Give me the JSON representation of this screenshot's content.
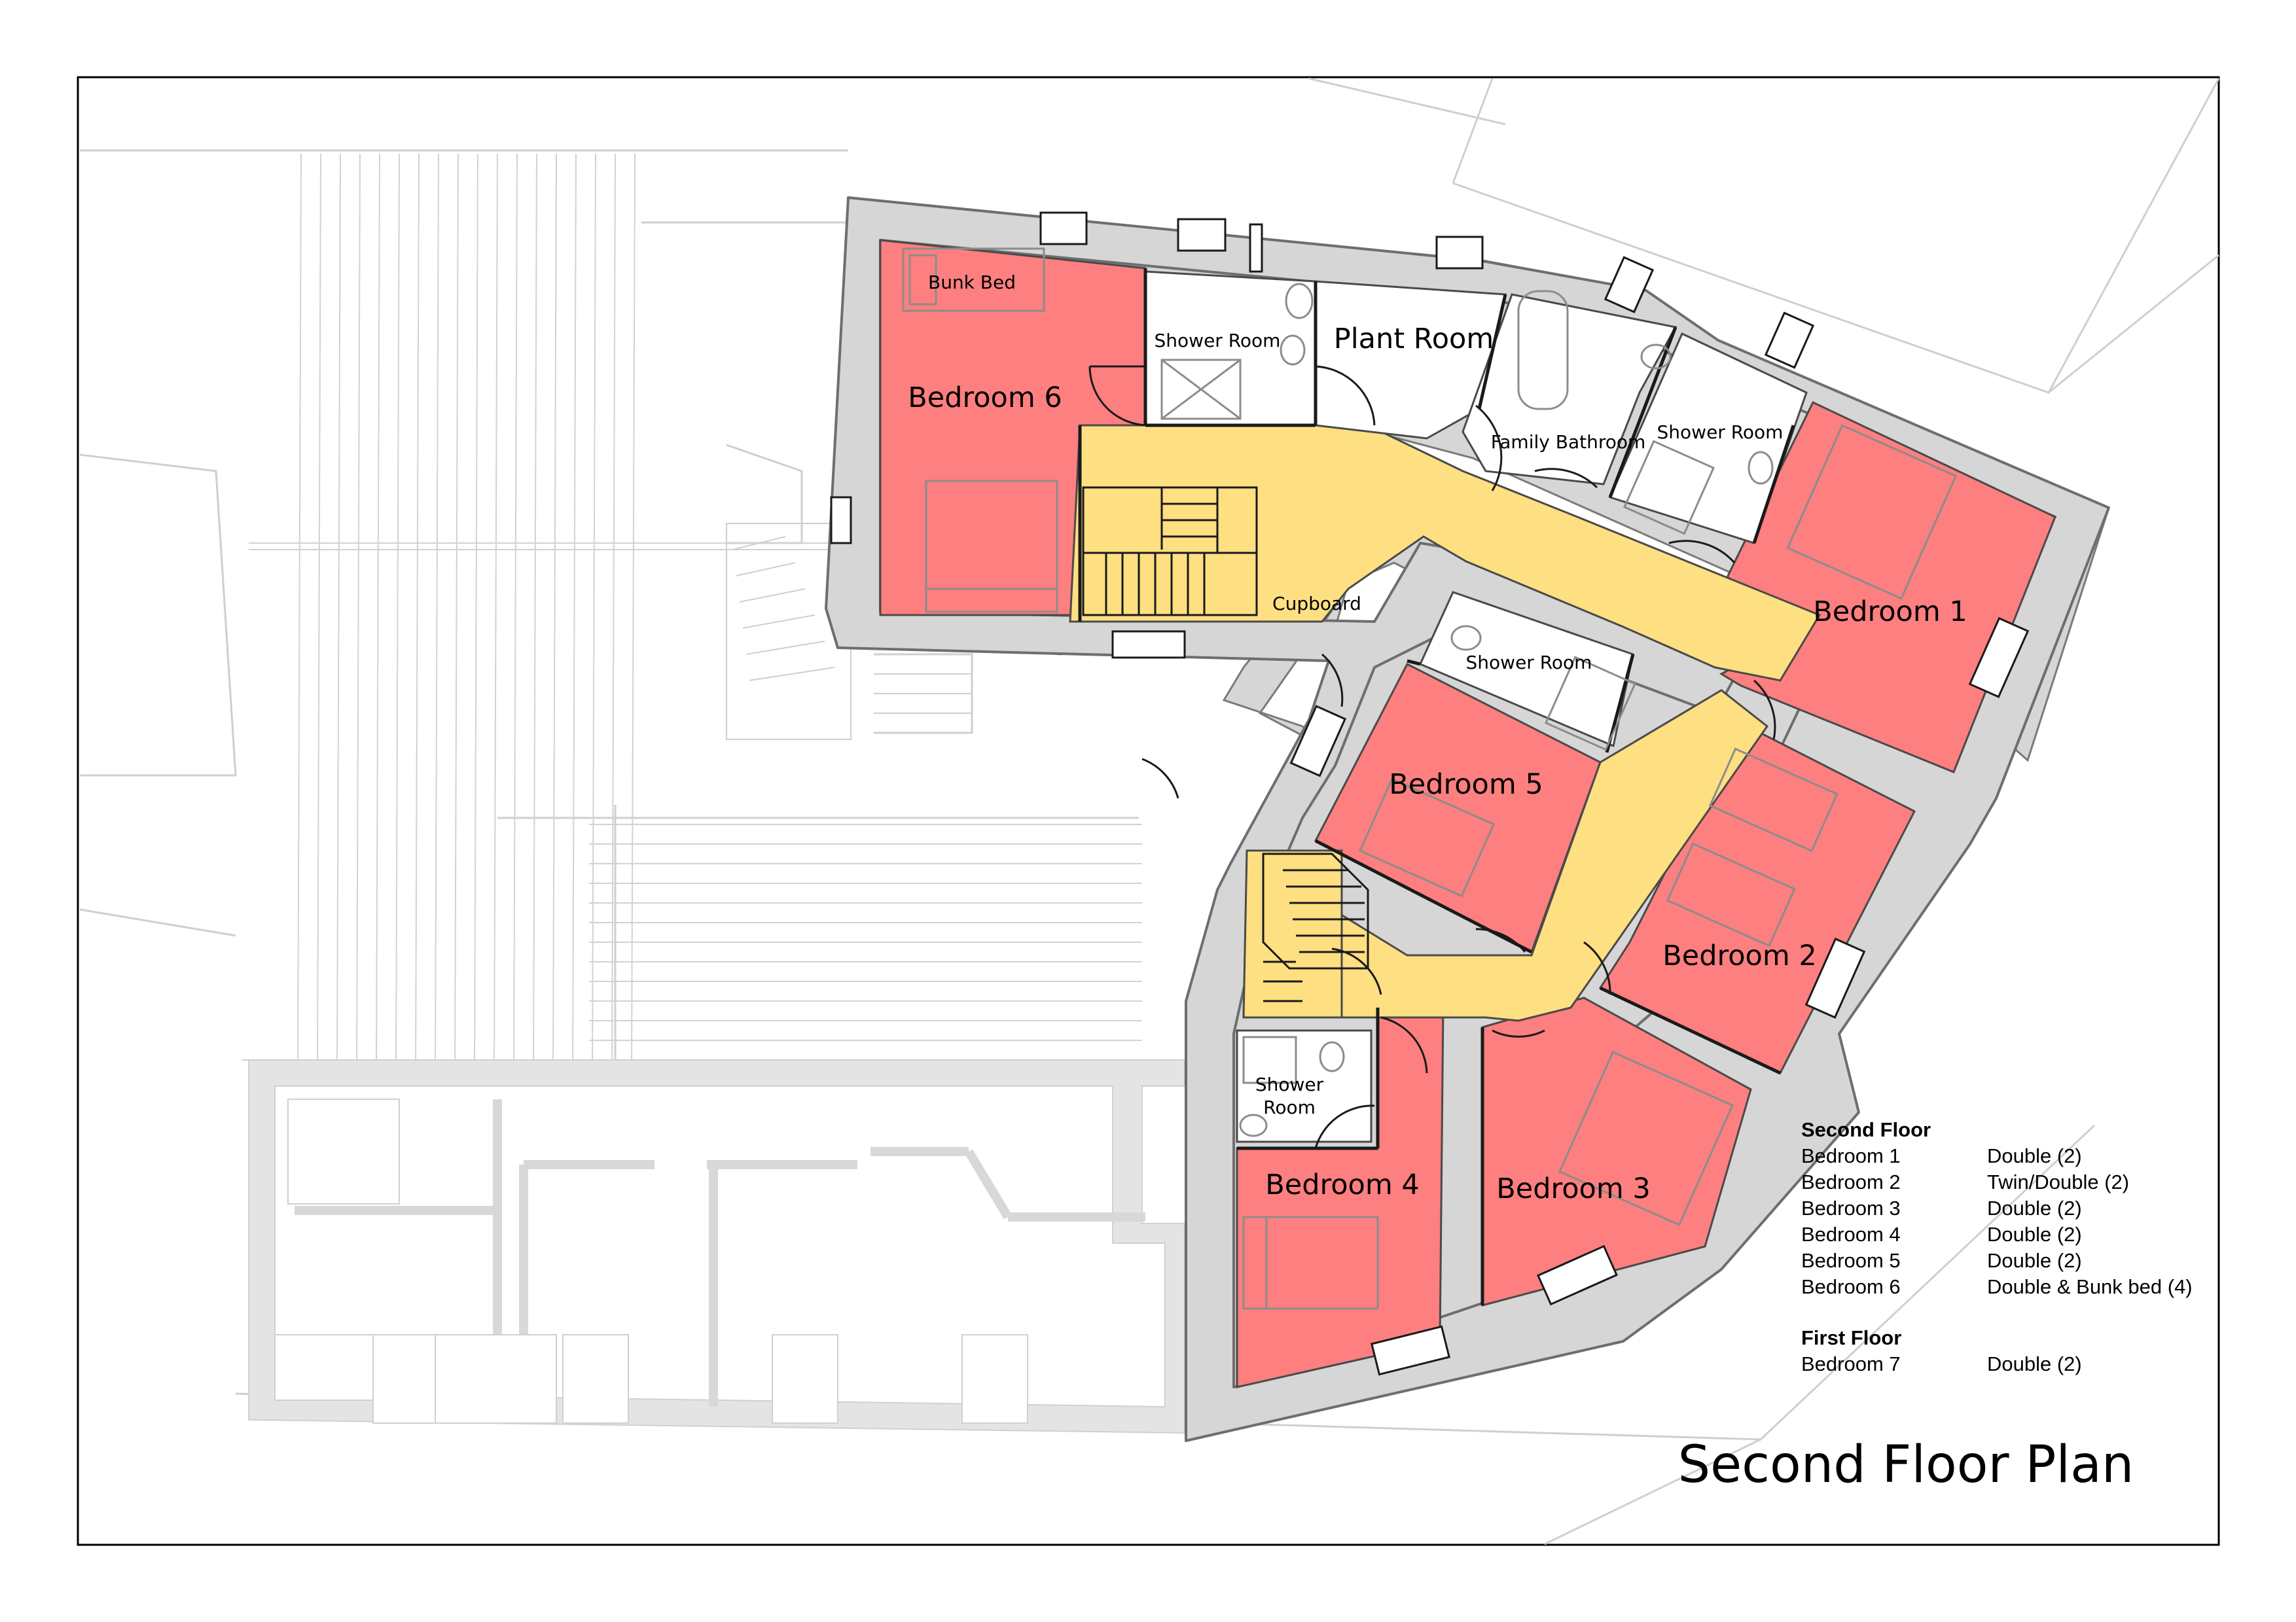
{
  "title": "Second Floor Plan",
  "rooms": {
    "bedroom_1": "Bedroom 1",
    "bedroom_2": "Bedroom 2",
    "bedroom_3": "Bedroom 3",
    "bedroom_4": "Bedroom 4",
    "bedroom_5": "Bedroom 5",
    "bedroom_6": "Bedroom 6",
    "bunk_bed": "Bunk Bed",
    "plant_room": "Plant Room",
    "family_bathroom": "Family Bathroom",
    "shower_room_top": "Shower Room",
    "shower_room_right": "Shower Room",
    "shower_room_middle": "Shower Room",
    "shower_room_bottom_line1": "Shower",
    "shower_room_bottom_line2": "Room",
    "cupboard": "Cupboard"
  },
  "legend": {
    "second_floor": {
      "heading": "Second Floor",
      "rows": [
        {
          "room": "Bedroom 1",
          "bed": "Double (2)"
        },
        {
          "room": "Bedroom 2",
          "bed": "Twin/Double (2)"
        },
        {
          "room": "Bedroom 3",
          "bed": "Double (2)"
        },
        {
          "room": "Bedroom 4",
          "bed": "Double (2)"
        },
        {
          "room": "Bedroom 5",
          "bed": "Double (2)"
        },
        {
          "room": "Bedroom 6",
          "bed": "Double & Bunk bed (4)"
        }
      ]
    },
    "first_floor": {
      "heading": "First Floor",
      "rows": [
        {
          "room": "Bedroom 7",
          "bed": "Double (2)"
        }
      ]
    }
  },
  "colors": {
    "bedroom": "#fe7f7f",
    "circulation": "#fedf82",
    "wall": "#d6d6d6",
    "neighbour_line": "#c8c8c8",
    "line": "#000000"
  }
}
